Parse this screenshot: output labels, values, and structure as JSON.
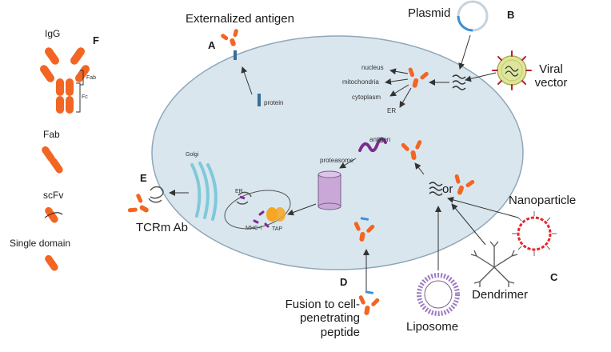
{
  "letters": {
    "a": "A",
    "b": "B",
    "c": "C",
    "d": "D",
    "e": "E",
    "f": "F"
  },
  "top": {
    "externalized_antigen": "Externalized antigen",
    "plasmid": "Plasmid",
    "viral_vector": "Viral vector"
  },
  "cell": {
    "nucleus": "nucleus",
    "mitochondria": "mitochondria",
    "cytoplasm": "cytoplasm",
    "er_small": "ER",
    "protein": "protein",
    "antigen": "antigen",
    "proteasome": "proteasome",
    "golgi": "Golgi",
    "er": "ER",
    "mhc": "MHC-I",
    "tap": "TAP",
    "or": "or"
  },
  "delivery": {
    "nanoparticle": "Nanoparticle",
    "dendrimer": "Dendrimer",
    "liposome": "Liposome",
    "fusion": "Fusion to cell-penetrating peptide",
    "tcrm": "TCRm Ab"
  },
  "formats": {
    "igg": "IgG",
    "fab_bracket": "Fab",
    "fc": "Fc",
    "fab": "Fab",
    "scfv": "scFv",
    "single_domain": "Single domain"
  },
  "colors": {
    "antibody": "#f26522",
    "cell_fill": "#d9e6ee",
    "cell_stroke": "#8fa7b8",
    "antigen_purple": "#7b2d8e",
    "nanoparticle_red": "#e8262b",
    "plasmid_blue": "#3b8ed8",
    "tap_orange": "#f5a623",
    "proteasome": "#c9a8d8",
    "golgi": "#7fc9d9"
  }
}
